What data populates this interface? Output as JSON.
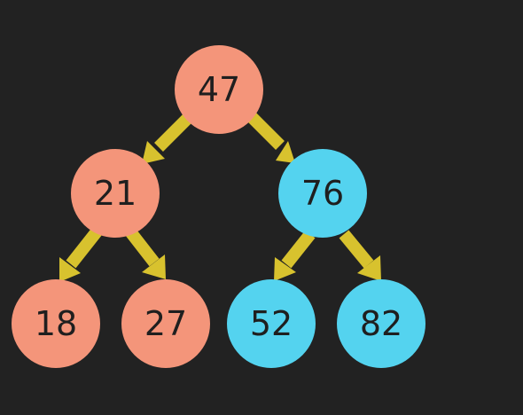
{
  "diagram": {
    "background_color": "#222222",
    "edge_color": "#d8c22e",
    "colors": {
      "salmon": "#f4957a",
      "cyan": "#54d3ef"
    },
    "nodes": [
      {
        "id": "n47",
        "label": "47",
        "color": "salmon"
      },
      {
        "id": "n21",
        "label": "21",
        "color": "salmon"
      },
      {
        "id": "n76",
        "label": "76",
        "color": "cyan"
      },
      {
        "id": "n18",
        "label": "18",
        "color": "salmon"
      },
      {
        "id": "n27",
        "label": "27",
        "color": "salmon"
      },
      {
        "id": "n52",
        "label": "52",
        "color": "cyan"
      },
      {
        "id": "n82",
        "label": "82",
        "color": "cyan"
      }
    ],
    "edges": [
      {
        "from": "n47",
        "to": "n21"
      },
      {
        "from": "n47",
        "to": "n76"
      },
      {
        "from": "n21",
        "to": "n18"
      },
      {
        "from": "n21",
        "to": "n27"
      },
      {
        "from": "n76",
        "to": "n52"
      },
      {
        "from": "n76",
        "to": "n82"
      }
    ]
  }
}
